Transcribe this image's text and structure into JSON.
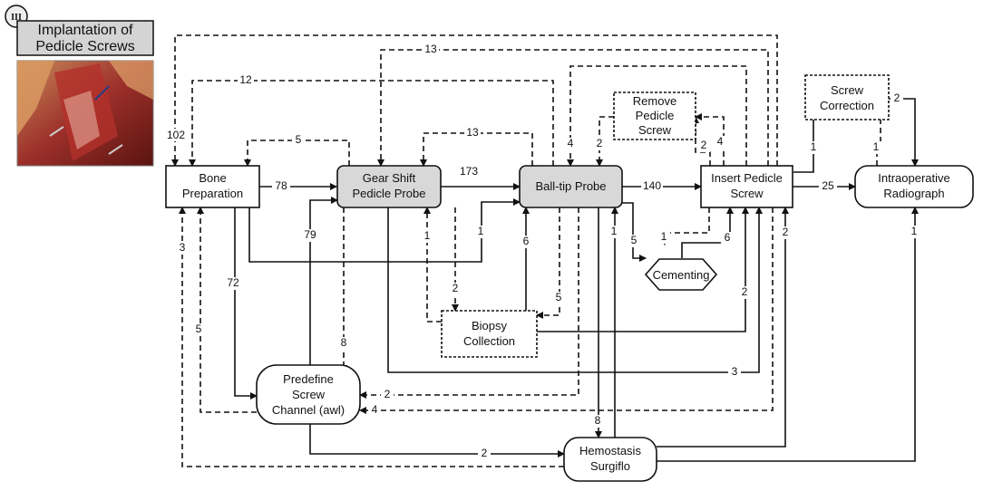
{
  "phase": {
    "badge": "III",
    "title_line1": "Implantation of",
    "title_line2": "Pedicle Screws",
    "photo_icon": "surgical-photo"
  },
  "nodes": {
    "bone": [
      "Bone",
      "Preparation"
    ],
    "gear": [
      "Gear Shift",
      "Pedicle Probe"
    ],
    "ball": [
      "Ball-tip Probe"
    ],
    "insert": [
      "Insert Pedicle",
      "Screw"
    ],
    "radio": [
      "Intraoperative",
      "Radiograph"
    ],
    "remove": [
      "Remove",
      "Pedicle",
      "Screw"
    ],
    "correction": [
      "Screw",
      "Correction"
    ],
    "cementing": [
      "Cementing"
    ],
    "biopsy": [
      "Biopsy",
      "Collection"
    ],
    "predefine": [
      "Predefine",
      "Screw",
      "Channel (awl)"
    ],
    "hemo": [
      "Hemostasis",
      "Surgiflo"
    ]
  },
  "edge_labels": {
    "e_top": "102",
    "e_gear_bone": "5",
    "e_ball_gear": "13",
    "e_insert_gear": "13",
    "e_ball_bone": "12",
    "e_bone_gear": "78",
    "e_gear_ball": "173",
    "e_ball_insert": "140",
    "e_insert_radio": "25",
    "e_insert_remove": "2",
    "e_remove_ball": "2",
    "e_insert_ball": "4",
    "e_remove_insert": "4",
    "e_insert_correction": "1",
    "e_correction_insert": "1",
    "e_correction_radio": "2",
    "e_bone_ball": "1",
    "e_gear_biopsy": "2",
    "e_biopsy_gear": "1",
    "e_ball_biopsy": "5",
    "e_biopsy_ball": "6",
    "e_ball_cement": "5",
    "e_insert_cement": "1",
    "e_cement_insert": "6",
    "e_bone_predefine": "72",
    "e_predefine_bone": "5",
    "e_hemo_bone": "3",
    "e_predefine_gear": "79",
    "e_gear_predefine": "8",
    "e_ball_predefine": "2",
    "e_insert_predefine": "4",
    "e_biopsy_insert": "2",
    "e_gear_insert": "3",
    "e_ball_hemo": "8",
    "e_hemo_ball": "1",
    "e_predefine_hemo": "2",
    "e_hemo_insert": "2",
    "e_hemo_radio": "1"
  },
  "colors": {
    "highlight_fill": "#d8d8d8",
    "line": "#111111",
    "title_fill": "#d4d4d4"
  }
}
